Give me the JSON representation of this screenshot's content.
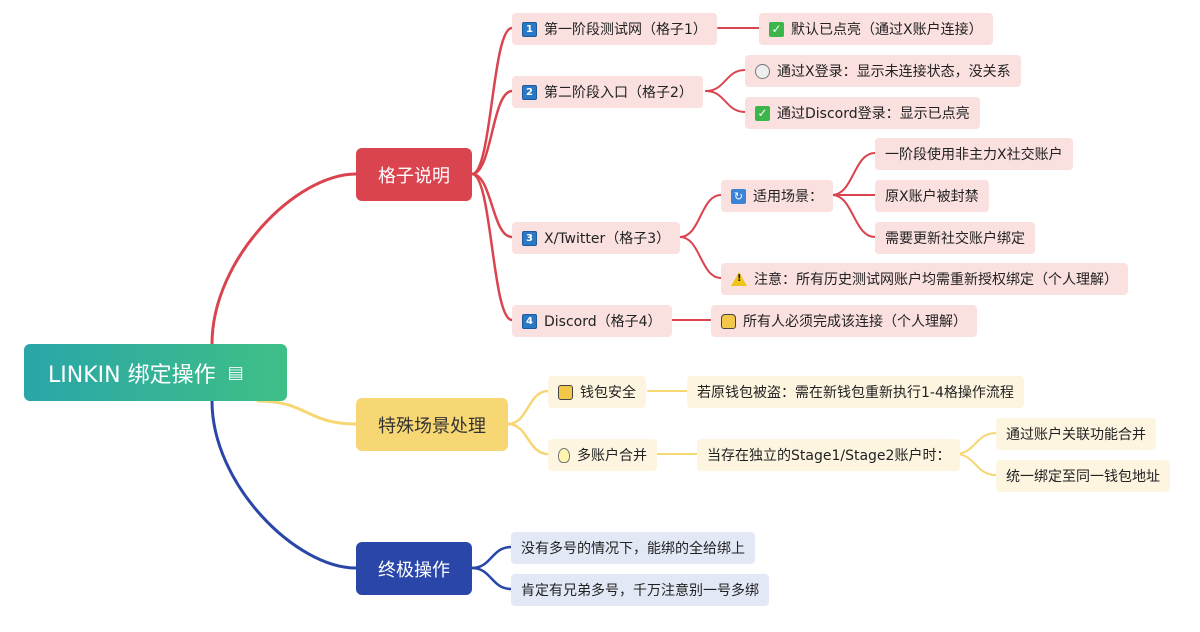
{
  "root": {
    "title": "LINKIN 绑定操作",
    "note_icon": "note-icon"
  },
  "branches": {
    "grid": {
      "label": "格子说明"
    },
    "special": {
      "label": "特殊场景处理"
    },
    "ultimate": {
      "label": "终极操作"
    }
  },
  "grid_items": {
    "g1": {
      "num": "1",
      "label": "第一阶段测试网（格子1）",
      "child": "默认已点亮（通过X账户连接）"
    },
    "g2": {
      "num": "2",
      "label": "第二阶段入口（格子2）",
      "child_a": "通过X登录：显示未连接状态，没关系",
      "child_b": "通过Discord登录：显示已点亮"
    },
    "g3": {
      "num": "3",
      "label": "X/Twitter（格子3）",
      "scene": "适用场景：",
      "scene_items": [
        "一阶段使用非主力X社交账户",
        "原X账户被封禁",
        "需要更新社交账户绑定"
      ],
      "warning": "注意：所有历史测试网账户均需重新授权绑定（个人理解）"
    },
    "g4": {
      "num": "4",
      "label": "Discord（格子4）",
      "child": "所有人必须完成该连接（个人理解）"
    }
  },
  "special_items": {
    "wallet": {
      "label": "钱包安全",
      "child": "若原钱包被盗：需在新钱包重新执行1-4格操作流程"
    },
    "multi": {
      "label": "多账户合并",
      "child": "当存在独立的Stage1/Stage2账户时：",
      "sub": [
        "通过账户关联功能合并",
        "统一绑定至同一钱包地址"
      ]
    }
  },
  "ultimate_items": [
    "没有多号的情况下，能绑的全给绑上",
    "肯定有兄弟多号，千万注意别一号多绑"
  ],
  "colors": {
    "red": "#d9444f",
    "yellow": "#f7d774",
    "blue": "#2a46a8",
    "root_start": "#2aa6a8",
    "root_end": "#3fbf86"
  }
}
